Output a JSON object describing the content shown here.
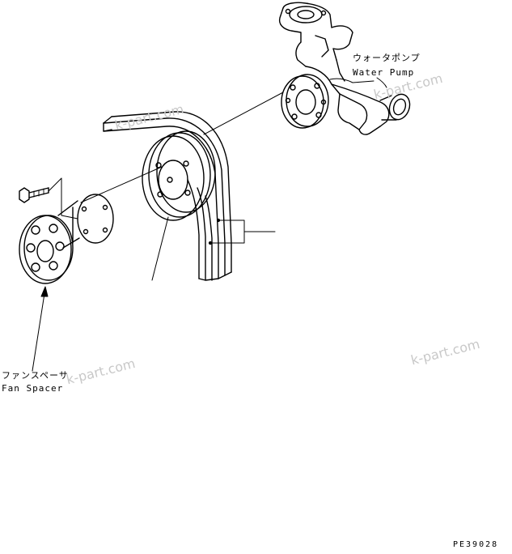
{
  "labels": {
    "water_pump_jp": "ウォータポンプ",
    "water_pump_en": "Water Pump",
    "fan_spacer_jp": "ファンスペーサ",
    "fan_spacer_en": "Fan Spacer",
    "drawing_code": "PE39028"
  },
  "watermark": "k-part.com",
  "colors": {
    "line": "#000000",
    "background": "#ffffff",
    "watermark": "#c8c8c8"
  }
}
